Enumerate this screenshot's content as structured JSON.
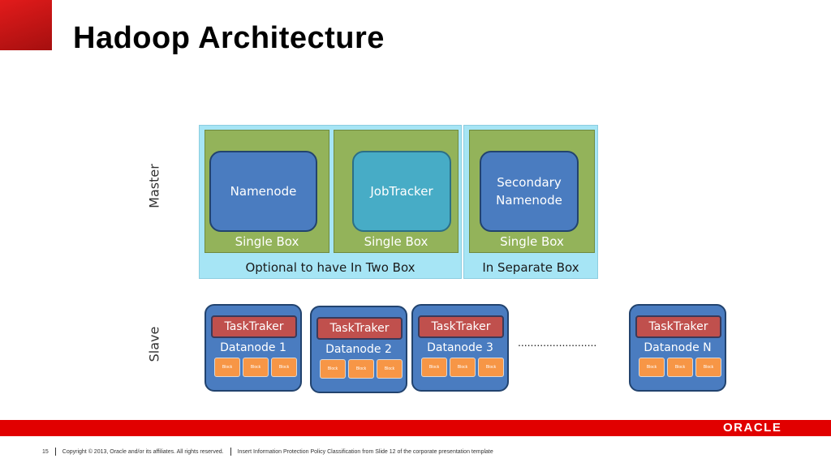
{
  "slide": {
    "title": "Hadoop  Architecture"
  },
  "diagram": {
    "master_label": "Master",
    "slave_label": "Slave",
    "group_two_box_caption": "Optional to have In Two Box",
    "group_separate_box_caption": "In Separate Box",
    "master_nodes": [
      {
        "label": "Namenode",
        "box_caption": "Single Box"
      },
      {
        "label": "JobTracker",
        "box_caption": "Single Box"
      },
      {
        "label": "Secondary\nNamenode",
        "box_caption": "Single Box"
      }
    ],
    "datanodes": [
      {
        "tasktracker": "TaskTraker",
        "label": "Datanode 1",
        "blocks": [
          "Block",
          "Block",
          "Block"
        ]
      },
      {
        "tasktracker": "TaskTraker",
        "label": "Datanode 2",
        "blocks": [
          "Block",
          "Block",
          "Block"
        ]
      },
      {
        "tasktracker": "TaskTraker",
        "label": "Datanode 3",
        "blocks": [
          "Block",
          "Block",
          "Block"
        ]
      },
      {
        "tasktracker": "TaskTraker",
        "label": "Datanode N",
        "blocks": [
          "Block",
          "Block",
          "Block"
        ]
      }
    ],
    "ellipsis": "........................."
  },
  "branding": {
    "logo_text": "ORACLE",
    "accent_color": "#e10000"
  },
  "footer": {
    "page_number": "15",
    "copyright": "Copyright © 2013, Oracle and/or its affiliates. All rights reserved.",
    "classification": "Insert Information Protection Policy Classification from Slide 12 of the corporate presentation template"
  }
}
